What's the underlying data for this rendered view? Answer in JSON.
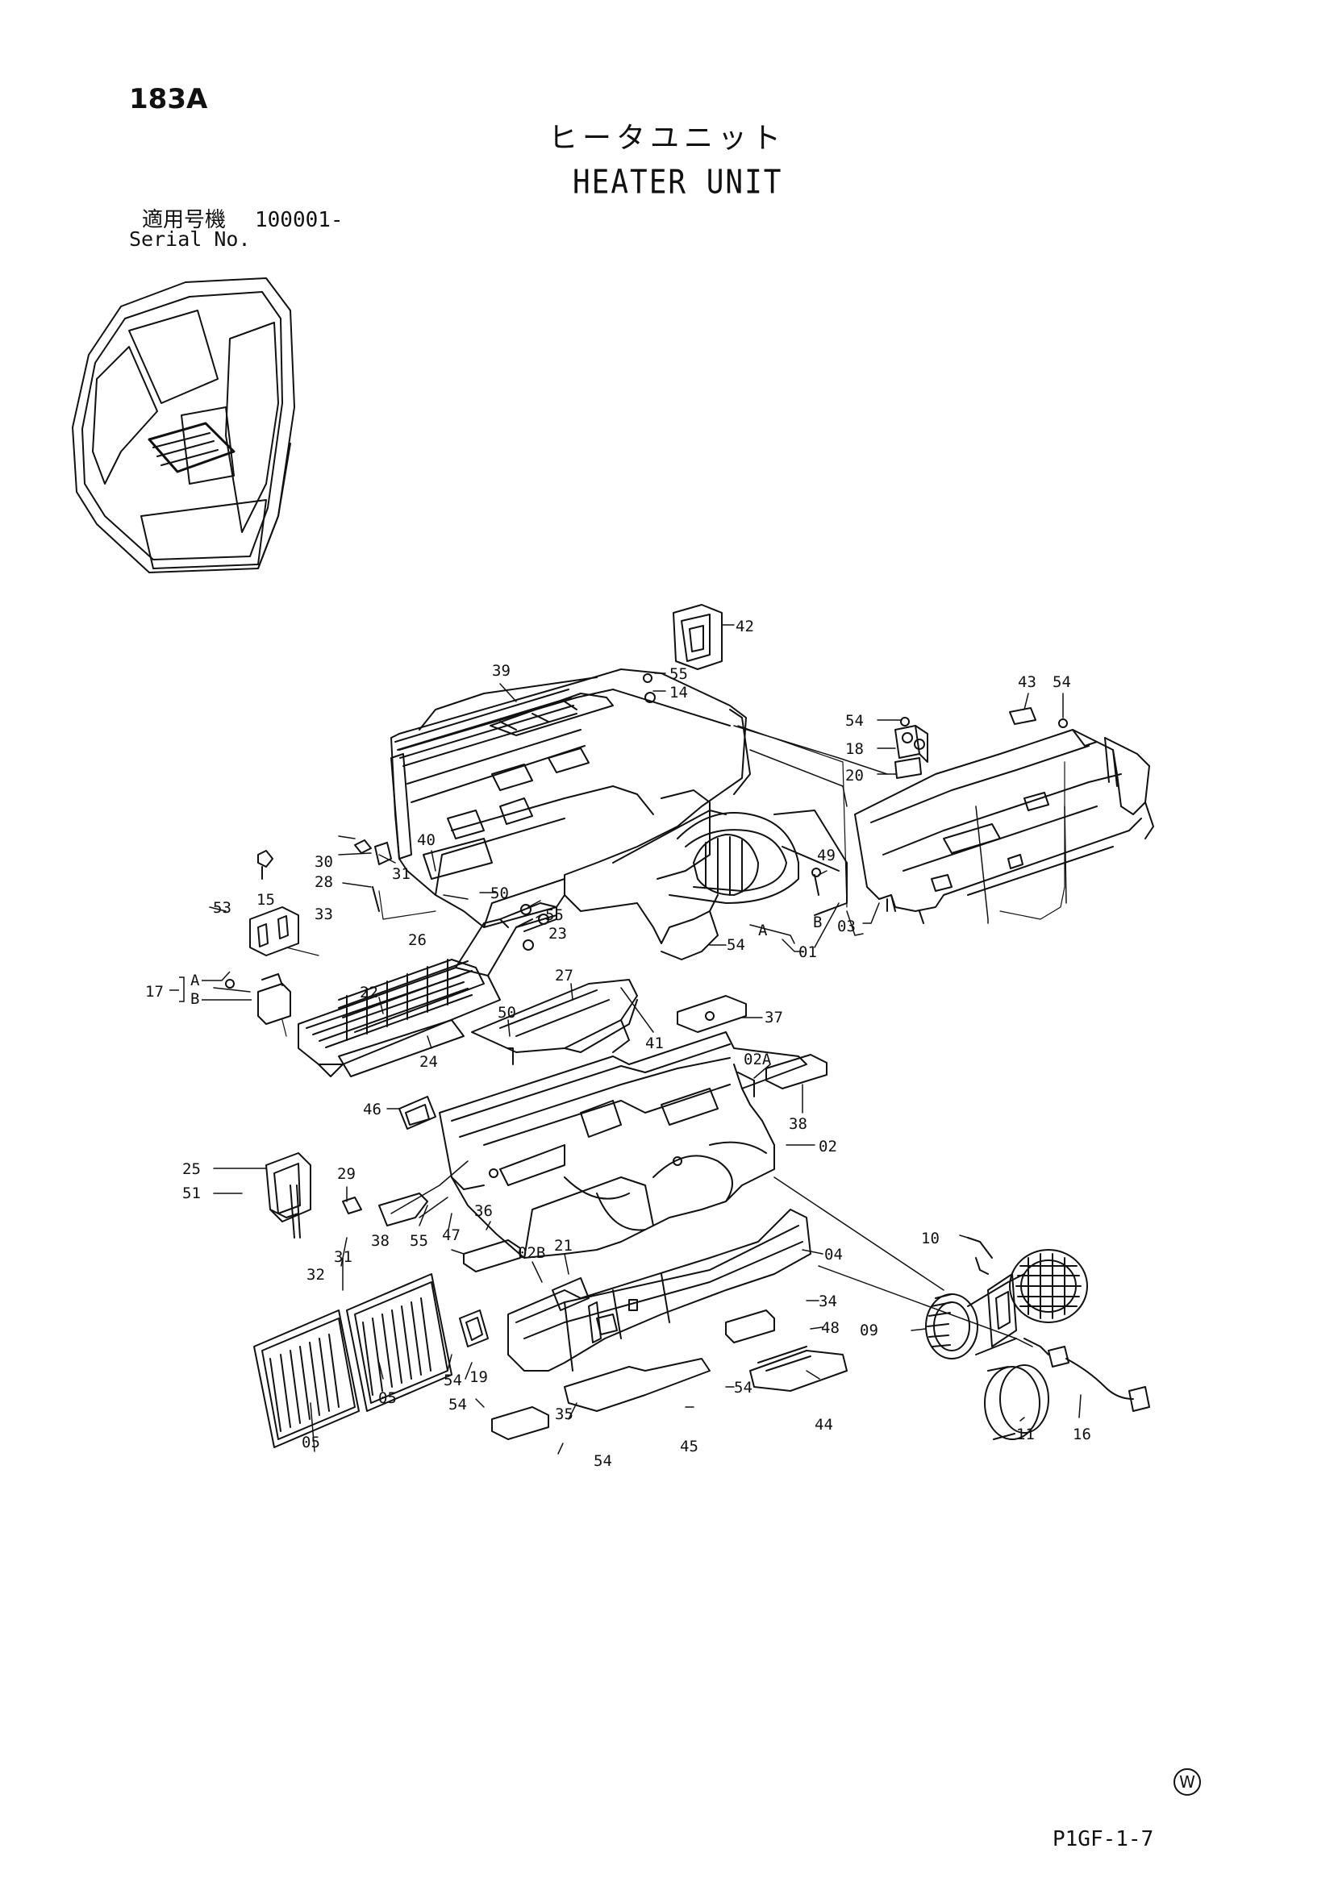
{
  "header": {
    "page_number": "183A",
    "title_jp": "ヒータユニット",
    "title_en": "HEATER UNIT",
    "serial_label_jp": "適用号機",
    "serial_value": "100001-",
    "serial_label_en": "Serial No."
  },
  "callouts": {
    "c42": "42",
    "c39": "39",
    "c55a": "55",
    "c14": "14",
    "c43": "43",
    "c54a": "54",
    "c54b": "54",
    "c18": "18",
    "c20": "20",
    "c30": "30",
    "c28": "28",
    "c31a": "31",
    "c15": "15",
    "c40": "40",
    "c50a": "50",
    "c33": "33",
    "c49": "49",
    "c55b": "55",
    "c23": "23",
    "c26": "26",
    "c54c": "54",
    "cA1": "A",
    "cB1": "B",
    "c01": "01",
    "c03": "03",
    "c53": "53",
    "c17": "17",
    "cA2": "A",
    "cB2": "B",
    "c22": "22",
    "c27": "27",
    "c41": "41",
    "c50b": "50",
    "c37": "37",
    "c24": "24",
    "c02A": "02A",
    "c38a": "38",
    "c46": "46",
    "c02": "02",
    "c25": "25",
    "c51": "51",
    "c29": "29",
    "c38b": "38",
    "c55c": "55",
    "c47": "47",
    "c36": "36",
    "c10": "10",
    "c21": "21",
    "c02B": "02B",
    "c04": "04",
    "c32": "32",
    "c31b": "31",
    "c34": "34",
    "c48": "48",
    "c09": "09",
    "c54d": "54",
    "c19": "19",
    "c05a": "05",
    "c54e": "54",
    "c35": "35",
    "c54f": "54",
    "c44": "44",
    "c45": "45",
    "c11": "11",
    "c16": "16",
    "c05b": "05",
    "c54g": "54"
  },
  "footer": {
    "symbol": "W",
    "doc_code": "P1GF-1-7"
  }
}
